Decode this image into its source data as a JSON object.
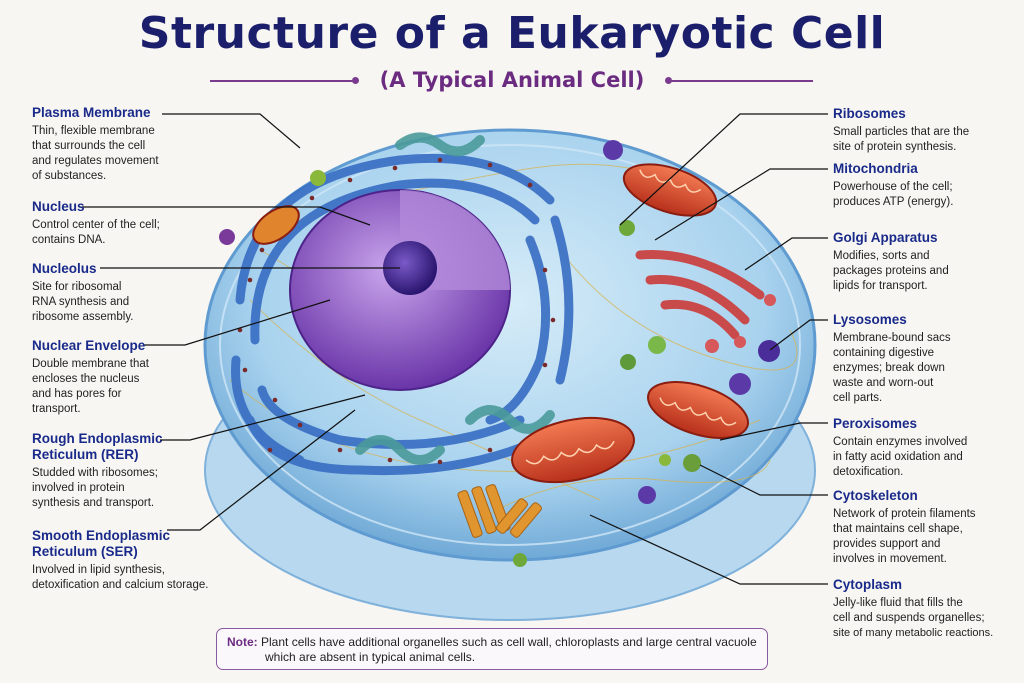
{
  "title": "Structure of a Eukaryotic Cell",
  "subtitle": "(A Typical Animal Cell)",
  "labels_left": [
    {
      "name": "Plasma Membrane",
      "desc": [
        "Thin, flexible membrane",
        "that surrounds the cell",
        "and regulates movement",
        "of substances."
      ]
    },
    {
      "name": "Nucleus",
      "desc": [
        "Control center of the cell;",
        "contains DNA."
      ]
    },
    {
      "name": "Nucleolus",
      "desc": [
        "Site for ribosomal",
        "RNA synthesis and",
        "ribosome assembly."
      ]
    },
    {
      "name": "Nuclear Envelope",
      "desc": [
        "Double membrane that",
        "encloses the nucleus",
        "and has pores for",
        "transport."
      ]
    },
    {
      "name": "Rough Endoplasmic\nReticulum (RER)",
      "desc": [
        "Studded with ribosomes;",
        "involved in protein",
        "synthesis and transport."
      ]
    },
    {
      "name": "Smooth Endoplasmic\nReticulum (SER)",
      "desc": [
        "Involved in lipid synthesis,",
        "detoxification and calcium storage."
      ]
    }
  ],
  "labels_right": [
    {
      "name": "Ribosomes",
      "desc": [
        "Small particles that are the",
        "site of protein synthesis."
      ]
    },
    {
      "name": "Mitochondria",
      "desc": [
        "Powerhouse of the cell;",
        "produces ATP (energy)."
      ]
    },
    {
      "name": "Golgi Apparatus",
      "desc": [
        "Modifies, sorts and",
        "packages proteins and",
        "lipids for transport."
      ]
    },
    {
      "name": "Lysosomes",
      "desc": [
        "Membrane-bound sacs",
        "containing digestive",
        "enzymes; break down",
        "waste and worn-out",
        "cell parts."
      ]
    },
    {
      "name": "Peroxisomes",
      "desc": [
        "Contain enzymes involved",
        "in fatty acid oxidation and",
        "detoxification."
      ]
    },
    {
      "name": "Cytoskeleton",
      "desc": [
        "Network of protein filaments",
        "that maintains cell shape,",
        "provides support and",
        "involves in movement."
      ]
    },
    {
      "name": "Cytoplasm",
      "desc": [
        "Jelly-like fluid that fills the",
        "cell and suspends organelles;",
        "site of many metabolic reactions."
      ]
    }
  ],
  "note": {
    "label": "Note:",
    "lines": [
      "Plant cells have additional organelles such as cell wall, chloroplasts and large central vacuole",
      "which are absent in typical animal cells."
    ]
  },
  "colors": {
    "title": "#1b1f6b",
    "subtitle": "#6b2b80",
    "label": "#1a2a8a",
    "cell": "#8fc3e6",
    "nucleus": "#8a4fc0",
    "mitochondria": "#d8452a",
    "golgi": "#c94a4a",
    "er": "#3a6fc4"
  }
}
